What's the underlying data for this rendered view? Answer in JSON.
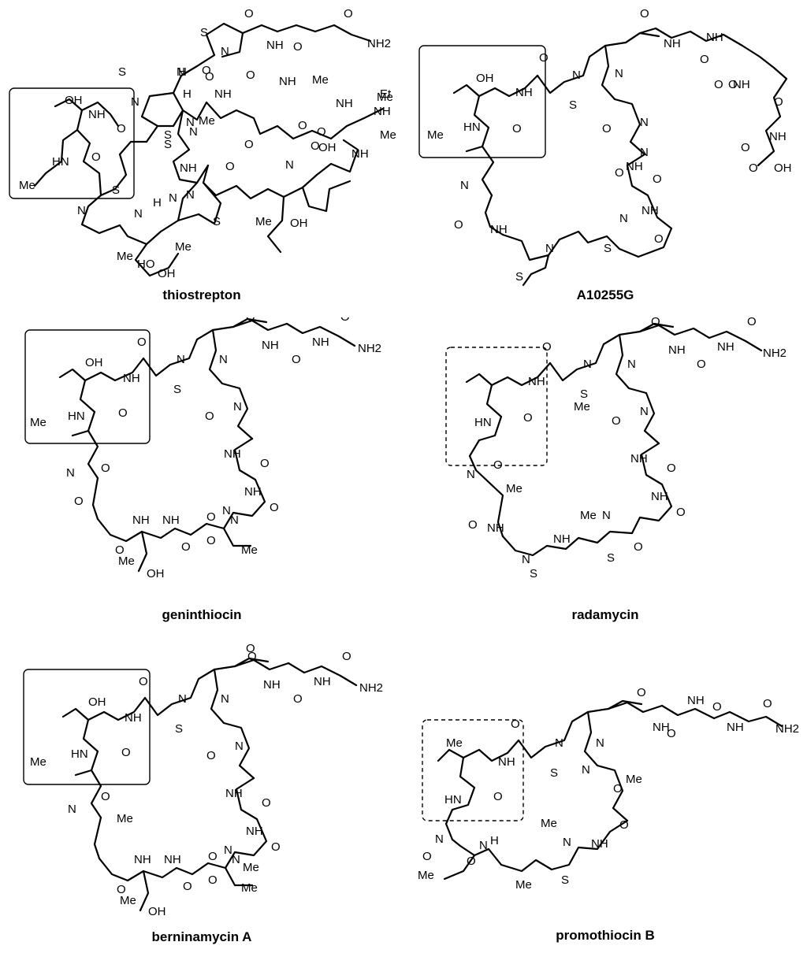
{
  "figure": {
    "compounds": [
      {
        "name": "thiostrepton",
        "box_style": "solid",
        "atom_labels": [
          "OH",
          "NH",
          "O",
          "O",
          "HN",
          "Me",
          "S",
          "S",
          "N",
          "N",
          "N",
          "H",
          "N",
          "H",
          "N",
          "S",
          "N",
          "O",
          "NH",
          "O",
          "NH",
          "O",
          "NH",
          "O",
          "Me",
          "Me",
          "NH",
          "Et",
          "Me",
          "NH",
          "O",
          "OH",
          "N",
          "O",
          "O",
          "Me",
          "OH",
          "Me",
          "Me",
          "HO",
          "OH",
          "S",
          "N",
          "O",
          "O",
          "NH2",
          "NH",
          "O",
          "S",
          "N",
          "O",
          "H",
          "Me",
          "S",
          "N",
          "NH"
        ]
      },
      {
        "name": "A10255G",
        "box_style": "solid",
        "atom_labels": [
          "OH",
          "NH",
          "O",
          "Me",
          "HN",
          "O",
          "S",
          "N",
          "N",
          "N",
          "O",
          "O",
          "NH",
          "O",
          "NH",
          "O",
          "O",
          "NH",
          "O",
          "NH",
          "O",
          "OH",
          "O",
          "N",
          "O",
          "NH",
          "O",
          "NH",
          "O",
          "N",
          "S",
          "N",
          "S",
          "NH",
          "O",
          "N"
        ]
      },
      {
        "name": "geninthiocin",
        "box_style": "solid",
        "atom_labels": [
          "OH",
          "NH",
          "O",
          "Me",
          "HN",
          "O",
          "S",
          "N",
          "N",
          "N",
          "O",
          "O",
          "NH",
          "O",
          "NH2",
          "NH",
          "O",
          "O",
          "NH",
          "O",
          "NH",
          "O",
          "N",
          "O",
          "NH",
          "O",
          "NH",
          "O",
          "N",
          "O",
          "Me",
          "Me",
          "OH",
          "N",
          "O",
          "O"
        ]
      },
      {
        "name": "radamycin",
        "box_style": "dashed",
        "atom_labels": [
          "NH",
          "O",
          "HN",
          "O",
          "S",
          "N",
          "N",
          "Me",
          "N",
          "O",
          "O",
          "NH",
          "O",
          "NH2",
          "NH",
          "O",
          "O",
          "NH",
          "O",
          "NH",
          "O",
          "N",
          "O",
          "Me",
          "NH",
          "O",
          "NH",
          "Me",
          "N",
          "S",
          "N",
          "S",
          "O"
        ]
      },
      {
        "name": "berninamycin A",
        "box_style": "solid",
        "atom_labels": [
          "OH",
          "NH",
          "O",
          "Me",
          "HN",
          "O",
          "S",
          "N",
          "N",
          "N",
          "O",
          "O",
          "NH",
          "O",
          "NH2",
          "NH",
          "O",
          "O",
          "NH",
          "O",
          "NH",
          "O",
          "N",
          "O",
          "Me",
          "NH",
          "O",
          "NH",
          "O",
          "N",
          "O",
          "Me",
          "Me",
          "OH",
          "N",
          "O",
          "Me"
        ]
      },
      {
        "name": "promothiocin B",
        "box_style": "dashed",
        "atom_labels": [
          "Me",
          "NH",
          "O",
          "HN",
          "O",
          "S",
          "N",
          "N",
          "N",
          "O",
          "Me",
          "O",
          "NH",
          "O",
          "NH",
          "O",
          "NH",
          "O",
          "NH2",
          "NH",
          "Me",
          "O",
          "N",
          "S",
          "N",
          "H",
          "Me",
          "O",
          "N",
          "O",
          "Me"
        ]
      }
    ]
  }
}
